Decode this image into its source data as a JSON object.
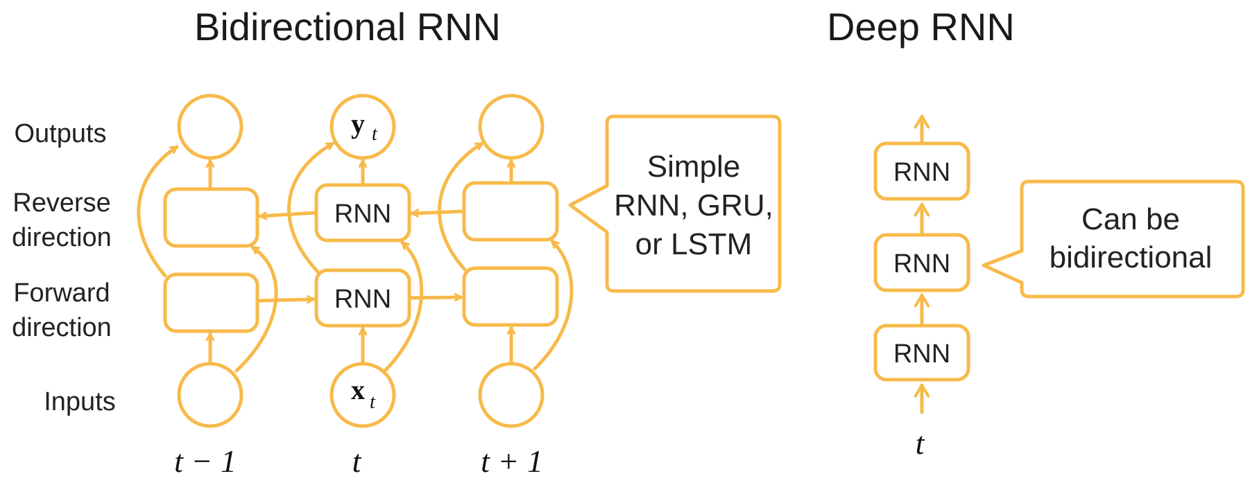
{
  "titles": {
    "left": "Bidirectional RNN",
    "right": "Deep RNN"
  },
  "row_labels": {
    "outputs": "Outputs",
    "reverse_1": "Reverse",
    "reverse_2": "direction",
    "forward_1": "Forward",
    "forward_2": "direction",
    "inputs": "Inputs"
  },
  "cell_label": "RNN",
  "nodes": {
    "output_symbol": "y",
    "output_subscript": "t",
    "input_symbol": "x",
    "input_subscript": "t"
  },
  "time_labels": {
    "prev": "t − 1",
    "current": "t",
    "next": "t + 1",
    "deep": "t"
  },
  "callouts": {
    "cell_types": [
      "Simple",
      "RNN, GRU,",
      "or LSTM"
    ],
    "bidirectional": [
      "Can be",
      "bidirectional"
    ]
  },
  "colors": {
    "accent": "#F7BA4A",
    "text": "#222222"
  }
}
